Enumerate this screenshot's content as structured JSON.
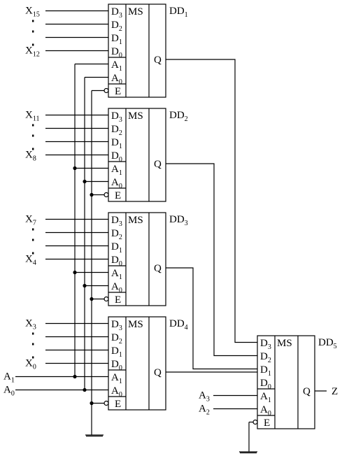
{
  "chips": [
    {
      "name": "DD",
      "index": "1",
      "type": "MS",
      "pins": {
        "d3": [
          "D",
          "3"
        ],
        "d2": [
          "D",
          "2"
        ],
        "d1": [
          "D",
          "1"
        ],
        "d0": [
          "D",
          "0"
        ],
        "a1": [
          "A",
          "1"
        ],
        "a0": [
          "A",
          "0"
        ],
        "e": "E",
        "q": "Q"
      },
      "inputs": {
        "top": [
          "X",
          "15"
        ],
        "bottom": [
          "X",
          "12"
        ]
      }
    },
    {
      "name": "DD",
      "index": "2",
      "type": "MS",
      "pins": {
        "d3": [
          "D",
          "3"
        ],
        "d2": [
          "D",
          "2"
        ],
        "d1": [
          "D",
          "1"
        ],
        "d0": [
          "D",
          "0"
        ],
        "a1": [
          "A",
          "1"
        ],
        "a0": [
          "A",
          "0"
        ],
        "e": "E",
        "q": "Q"
      },
      "inputs": {
        "top": [
          "X",
          "11"
        ],
        "bottom": [
          "X",
          "8"
        ]
      }
    },
    {
      "name": "DD",
      "index": "3",
      "type": "MS",
      "pins": {
        "d3": [
          "D",
          "3"
        ],
        "d2": [
          "D",
          "2"
        ],
        "d1": [
          "D",
          "1"
        ],
        "d0": [
          "D",
          "0"
        ],
        "a1": [
          "A",
          "1"
        ],
        "a0": [
          "A",
          "0"
        ],
        "e": "E",
        "q": "Q"
      },
      "inputs": {
        "top": [
          "X",
          "7"
        ],
        "bottom": [
          "X",
          "4"
        ]
      }
    },
    {
      "name": "DD",
      "index": "4",
      "type": "MS",
      "pins": {
        "d3": [
          "D",
          "3"
        ],
        "d2": [
          "D",
          "2"
        ],
        "d1": [
          "D",
          "1"
        ],
        "d0": [
          "D",
          "0"
        ],
        "a1": [
          "A",
          "1"
        ],
        "a0": [
          "A",
          "0"
        ],
        "e": "E",
        "q": "Q"
      },
      "inputs": {
        "top": [
          "X",
          "3"
        ],
        "bottom": [
          "X",
          "0"
        ]
      }
    },
    {
      "name": "DD",
      "index": "5",
      "type": "MS",
      "pins": {
        "d3": [
          "D",
          "3"
        ],
        "d2": [
          "D",
          "2"
        ],
        "d1": [
          "D",
          "1"
        ],
        "d0": [
          "D",
          "0"
        ],
        "a1": [
          "A",
          "1"
        ],
        "a0": [
          "A",
          "0"
        ],
        "e": "E",
        "q": "Q"
      },
      "inputs": null
    }
  ],
  "address_inputs": {
    "a1": [
      "A",
      "1"
    ],
    "a0": [
      "A",
      "0"
    ],
    "a3": [
      "A",
      "3"
    ],
    "a2": [
      "A",
      "2"
    ]
  },
  "output": "Z"
}
